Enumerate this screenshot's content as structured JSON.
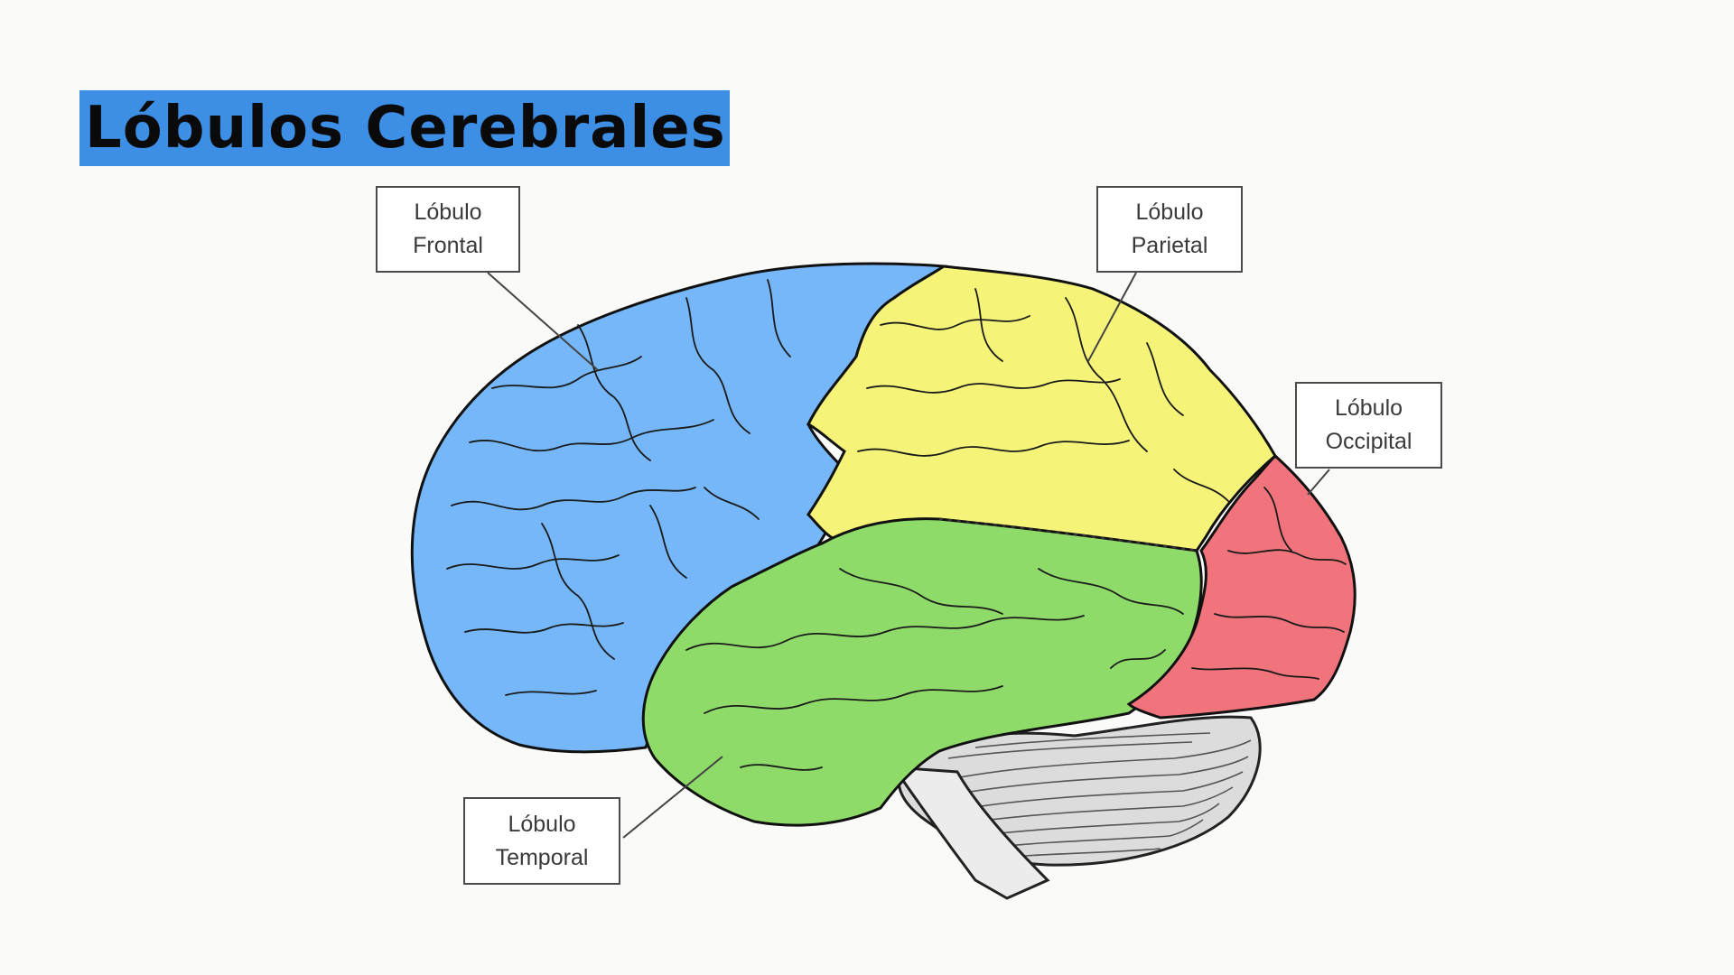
{
  "title": "Lóbulos Cerebrales",
  "colors": {
    "title_highlight": "#3d8fe6",
    "frontal": "#75b7f8",
    "parietal": "#f6f478",
    "temporal": "#8fdb69",
    "occipital": "#f1747c",
    "cerebellum": "#dcdcdc"
  },
  "labels": {
    "frontal": {
      "line1": "Lóbulo",
      "line2": "Frontal"
    },
    "parietal": {
      "line1": "Lóbulo",
      "line2": "Parietal"
    },
    "occipital": {
      "line1": "Lóbulo",
      "line2": "Occipital"
    },
    "temporal": {
      "line1": "Lóbulo",
      "line2": "Temporal"
    }
  }
}
